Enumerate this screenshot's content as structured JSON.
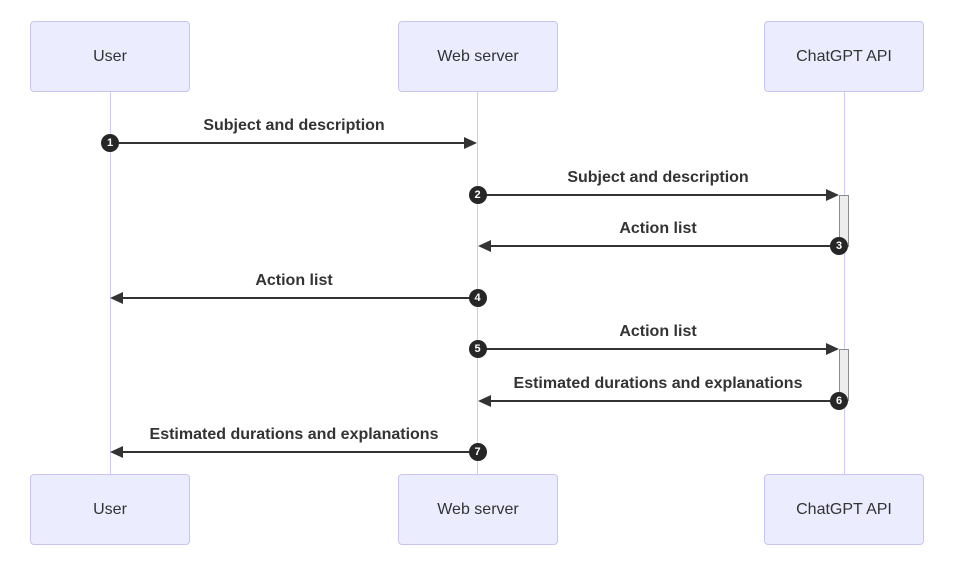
{
  "diagram": {
    "type": "sequence-diagram",
    "actors": [
      {
        "name": "User"
      },
      {
        "name": "Web server"
      },
      {
        "name": "ChatGPT API"
      }
    ],
    "messages": [
      {
        "number": "1",
        "label": "Subject and description",
        "from": "User",
        "to": "Web server"
      },
      {
        "number": "2",
        "label": "Subject and description",
        "from": "Web server",
        "to": "ChatGPT API"
      },
      {
        "number": "3",
        "label": "Action list",
        "from": "ChatGPT API",
        "to": "Web server"
      },
      {
        "number": "4",
        "label": "Action list",
        "from": "Web server",
        "to": "User"
      },
      {
        "number": "5",
        "label": "Action list",
        "from": "Web server",
        "to": "ChatGPT API"
      },
      {
        "number": "6",
        "label": "Estimated durations and explanations",
        "from": "ChatGPT API",
        "to": "Web server"
      },
      {
        "number": "7",
        "label": "Estimated durations and explanations",
        "from": "Web server",
        "to": "User"
      }
    ],
    "activations": [
      {
        "actor": "ChatGPT API",
        "from_message": "2",
        "to_message": "3"
      },
      {
        "actor": "ChatGPT API",
        "from_message": "5",
        "to_message": "6"
      }
    ],
    "colors": {
      "actor_fill": "#ECECFF",
      "actor_border": "#c8c5f0",
      "lifeline_color": "#cfcbef",
      "arrow_color": "#333333",
      "text_color": "#333333",
      "number_fill": "#262626",
      "number_text": "#ffffff",
      "activation_fill": "#ededed",
      "activation_border": "#8c8c8c"
    }
  }
}
